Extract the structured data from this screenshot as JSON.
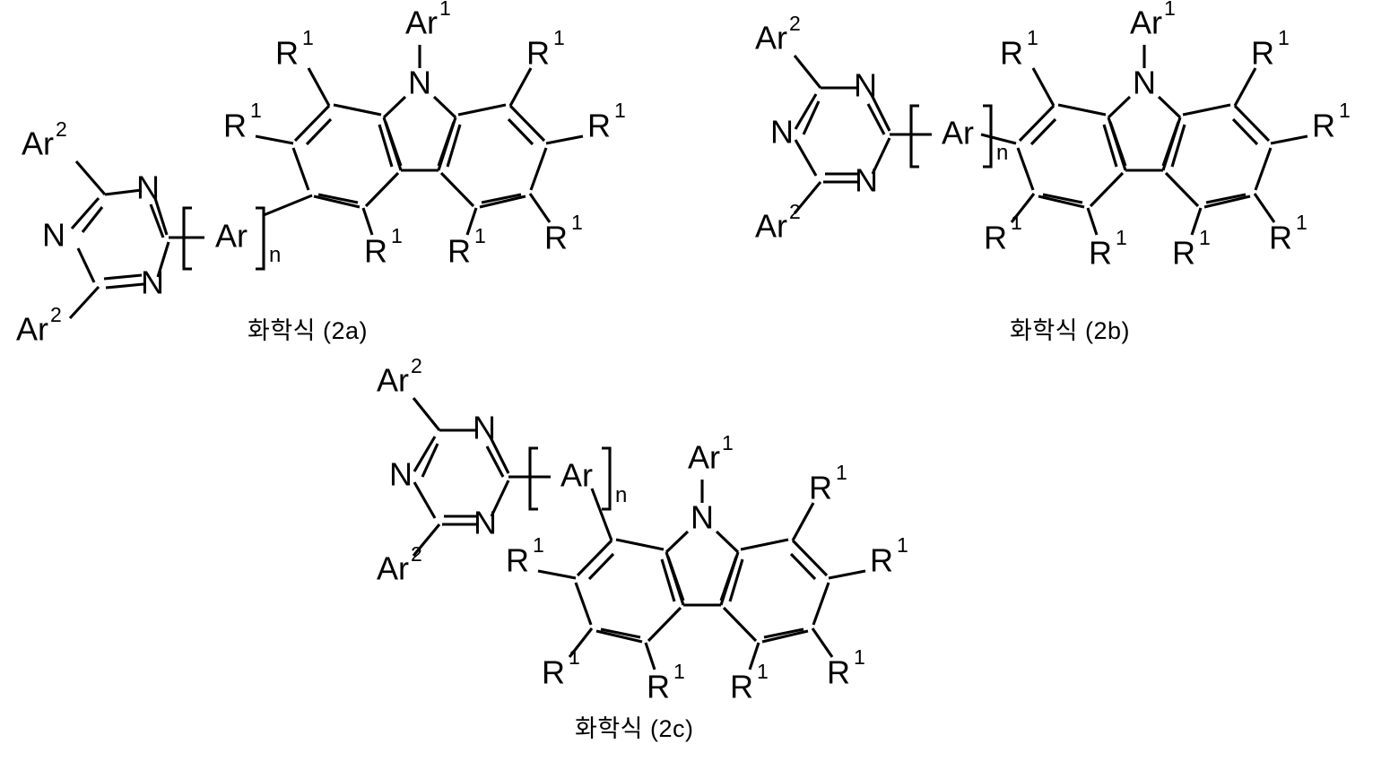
{
  "document": {
    "kind": "patent-chemical-structure-figure",
    "background_color": "#ffffff",
    "line_color": "#000000"
  },
  "labels": {
    "nitrogen": "N",
    "ar1": "Ar",
    "ar1_sup": "1",
    "ar2": "Ar",
    "ar2_sup": "2",
    "ar_linker": "Ar",
    "ar_linker_sub": "n",
    "r1": "R",
    "r1_sup": "1"
  },
  "formulas": [
    {
      "id": "2a",
      "caption": "화학식 (2a)",
      "core": "carbazole",
      "linker": "[Ar]n",
      "triazine_substituents": [
        "Ar2",
        "Ar2"
      ],
      "carbazole_n_substituent": "Ar1",
      "r1_count": 7,
      "attachment_position": "3-position (lower-left of left benzene ring)"
    },
    {
      "id": "2b",
      "caption": "화학식 (2b)",
      "core": "carbazole",
      "linker": "[Ar]n",
      "triazine_substituents": [
        "Ar2",
        "Ar2"
      ],
      "carbazole_n_substituent": "Ar1",
      "r1_count": 7,
      "attachment_position": "2-position (mid-left of left benzene ring)"
    },
    {
      "id": "2c",
      "caption": "화학식 (2c)",
      "core": "carbazole",
      "linker": "[Ar]n",
      "triazine_substituents": [
        "Ar2",
        "Ar2"
      ],
      "carbazole_n_substituent": "Ar1",
      "r1_count": 7,
      "attachment_position": "1-position (upper-left of left benzene ring)"
    }
  ],
  "captions": {
    "c2a": "화학식 (2a)",
    "c2b": "화학식 (2b)",
    "c2c": "화학식 (2c)"
  }
}
